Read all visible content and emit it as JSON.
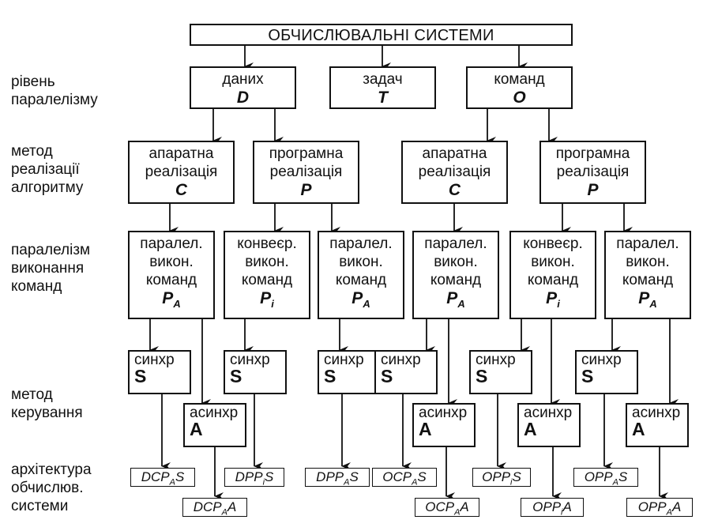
{
  "title": "ОБЧИСЛЮВАЛЬНІ СИСТЕМИ",
  "row_labels": {
    "level": [
      "рівень",
      "паралелізму"
    ],
    "method": [
      "метод",
      "реалізації",
      "алгоритму"
    ],
    "parallel": [
      "паралелізм",
      "виконання",
      "команд"
    ],
    "control": [
      "метод",
      "керування"
    ],
    "arch": [
      "архітектура",
      "обчислюв.",
      "системи"
    ]
  },
  "level": {
    "data": {
      "label": "даних",
      "sym": "D"
    },
    "tasks": {
      "label": "задач",
      "sym": "T"
    },
    "commands": {
      "label": "команд",
      "sym": "O"
    }
  },
  "impl": {
    "hw": [
      "апаратна",
      "реалізація"
    ],
    "hw_sym": "C",
    "sw": [
      "програмна",
      "реалізація"
    ],
    "sw_sym": "P"
  },
  "exec": {
    "par": [
      "паралел.",
      "викон.",
      "команд"
    ],
    "conv": [
      "конвеєр.",
      "викон.",
      "команд"
    ],
    "sym_main": "P",
    "sub_a": "A",
    "sub_i": "i"
  },
  "control": {
    "sync": "синхр",
    "sync_sym": "S",
    "async": "асинхр",
    "async_sym": "A"
  },
  "arch": {
    "dcas": {
      "a": "DCP",
      "b": "A",
      "c": "S"
    },
    "dcaa": {
      "a": "DCP",
      "b": "A",
      "c": "A"
    },
    "dpis": {
      "a": "DPP",
      "b": "i",
      "c": "S"
    },
    "dpas": {
      "a": "DPP",
      "b": "A",
      "c": "S"
    },
    "ocas": {
      "a": "OCP",
      "b": "A",
      "c": "S"
    },
    "ocaa": {
      "a": "OCP",
      "b": "A",
      "c": "A"
    },
    "opis": {
      "a": "OPP",
      "b": "i",
      "c": "S"
    },
    "opia": {
      "a": "OPP",
      "b": "i",
      "c": "A"
    },
    "opas": {
      "a": "OPP",
      "b": "A",
      "c": "S"
    },
    "opaa": {
      "a": "OPP",
      "b": "A",
      "c": "A"
    }
  }
}
